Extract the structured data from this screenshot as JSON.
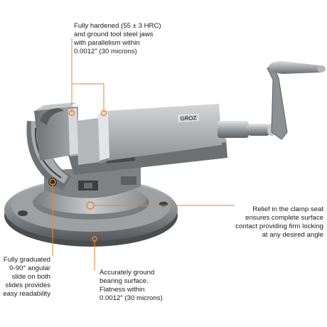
{
  "callouts": {
    "jaws": "Fully hardened (55 ± 3 HRC)\nand ground tool steel jaws\nwith parallelism within\n0.0012\" (30 microns)",
    "clamp_seat": "Relief in the clamp seat\nensures complete surface\ncontact providing firm locking\nat any desired angle",
    "angular_slide": "Fully graduated\n0-90° angular\nslide on both\nslides provides\neasy readability",
    "bearing_surface": "Accurately ground\nbearing surface.\nFlatness within\n0.0012\" (30 microns)"
  },
  "logo_text": "GROZ",
  "colors": {
    "leader": "#e8862b",
    "text": "#1a1a1a",
    "metal_dark": "#5b5e61",
    "metal_mid": "#8e9194",
    "metal_light": "#c6c8ca"
  }
}
